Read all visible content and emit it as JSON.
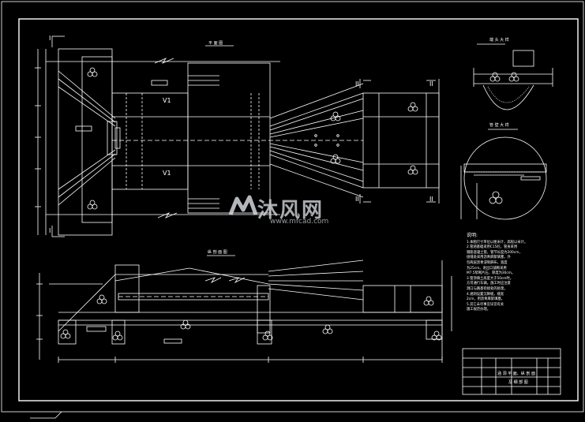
{
  "drawing": {
    "plan_view_title": "平 面 图",
    "profile_view_title": "纵 剖 面 图",
    "detail_1_title": "端 头 大 样",
    "detail_2_title": "管 壁 大 样",
    "section_labels": [
      "I",
      "I",
      "II",
      "II",
      "II",
      "II",
      "V1",
      "V1"
    ],
    "notes_title": "说明:",
    "notes_lines": [
      "1.本图尺寸单位以厘米计，高程以米计。",
      "2.管涵基础采用C15砼，管身采用",
      "钢筋混凝土管，管节长度为200cm，",
      "接缝处采用沥青麻絮填塞，外",
      "包两层沥青浸制麻布，宽度",
      "为25cm。进出口铺砌采用",
      "M7.5浆砌片石，厚度为30cm。",
      "3.管顶填土高度大于50cm时，",
      "方可通行车辆。施工时应注意",
      "洞口与路基衔接处的处理。",
      "4.涵洞设置沉降缝，缝宽",
      "2cm，用沥青麻絮填塞。",
      "5.其它未尽事宜详见有关",
      "施工规范办理。"
    ],
    "title_block_name": "涵 洞 平 面、纵 剖 面",
    "title_block_sub": "及 细 部 图"
  },
  "watermark": {
    "brand": "沐风网",
    "url": "www.mfcad.com"
  },
  "colors": {
    "background": "#000000",
    "line": "#ffffff",
    "watermark": "#d2d7dc"
  }
}
